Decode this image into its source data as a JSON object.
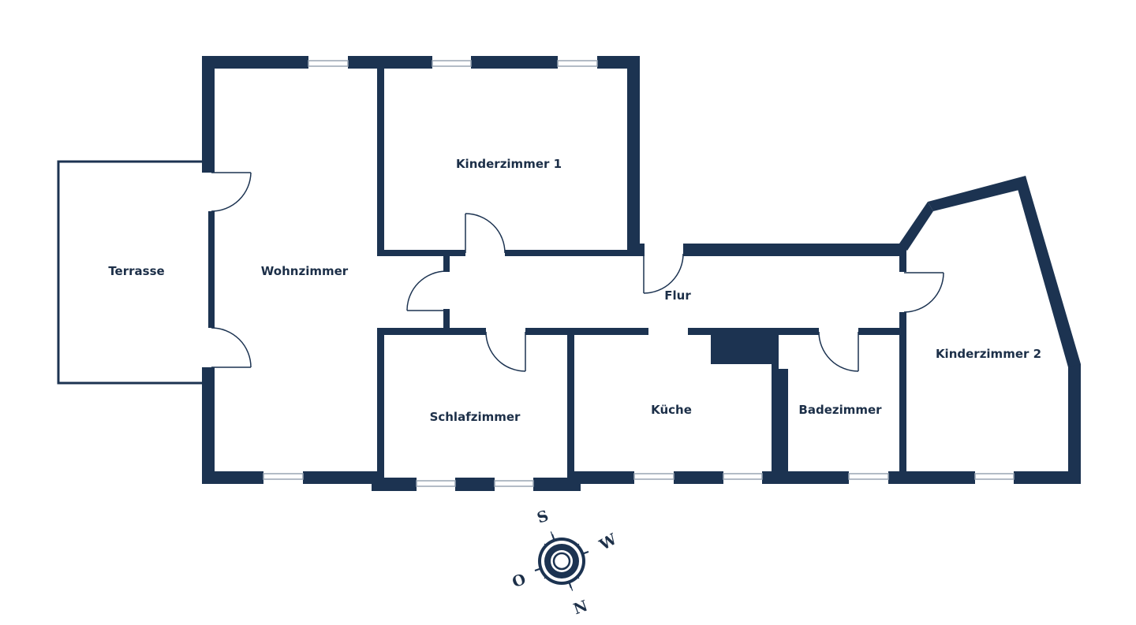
{
  "colors": {
    "wall": "#1c3351",
    "window_frame": "#9aa6b4",
    "door_line": "#1c3351",
    "background": "#ffffff"
  },
  "rooms": {
    "terrasse": "Terrasse",
    "wohnzimmer": "Wohnzimmer",
    "kinderzimmer1": "Kinderzimmer 1",
    "flur": "Flur",
    "schlafzimmer": "Schlafzimmer",
    "kueche": "Küche",
    "badezimmer": "Badezimmer",
    "kinderzimmer2": "Kinderzimmer 2"
  },
  "compass": {
    "north": "N",
    "south": "S",
    "east": "O",
    "west": "W"
  }
}
